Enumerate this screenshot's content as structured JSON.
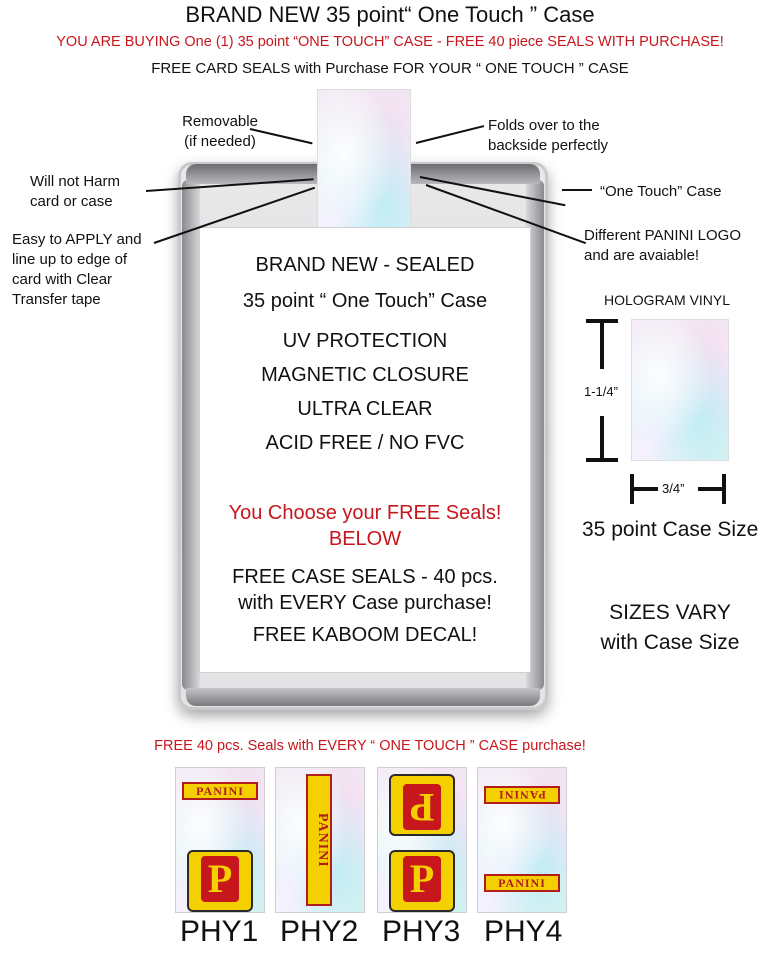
{
  "header": {
    "title": "BRAND NEW 35 point“ One Touch ” Case",
    "subtitle": "YOU ARE BUYING One (1) 35 point “ONE TOUCH”  CASE - FREE 40 piece SEALS WITH PURCHASE!",
    "subtitle2": "FREE CARD SEALS with Purchase FOR YOUR “ ONE TOUCH ” CASE"
  },
  "callouts": {
    "removable": [
      "Removable",
      "(if needed)"
    ],
    "folds": [
      "Folds over to the",
      "backside perfectly"
    ],
    "will_not_harm": [
      "Will not Harm",
      "card or case"
    ],
    "one_touch_case": "“One Touch” Case",
    "easy_apply": [
      "Easy to APPLY and",
      "line up to edge of",
      "card with Clear",
      "Transfer tape"
    ],
    "different_logo": [
      "Different PANINI LOGO",
      "and are avaiable!"
    ]
  },
  "card": {
    "lines": [
      "BRAND NEW - SEALED",
      "35 point “ One Touch” Case",
      "UV PROTECTION",
      "MAGNETIC CLOSURE",
      "ULTRA CLEAR",
      "ACID FREE / NO FVC"
    ],
    "red_lines": [
      "You Choose your FREE Seals!",
      "BELOW"
    ],
    "bottom_lines": [
      "FREE CASE SEALS - 40 pcs.",
      "with EVERY Case purchase!",
      "FREE KABOOM DECAL!"
    ]
  },
  "side": {
    "hologram_label": "HOLOGRAM  VINYL",
    "height_label": "1-1/4”",
    "width_label": "3/4”",
    "case_size": "35 point Case Size",
    "sizes_vary": [
      "SIZES VARY",
      "with Case Size"
    ]
  },
  "bottom": {
    "banner": "FREE 40 pcs. Seals with EVERY “ ONE TOUCH ” CASE purchase!",
    "logo_text": "PANINI",
    "p_letter": "P",
    "seals": [
      {
        "label": "PHY1"
      },
      {
        "label": "PHY2"
      },
      {
        "label": "PHY3"
      },
      {
        "label": "PHY4"
      }
    ]
  },
  "colors": {
    "accent_red": "#c8161d",
    "panini_yellow": "#f5d000"
  }
}
